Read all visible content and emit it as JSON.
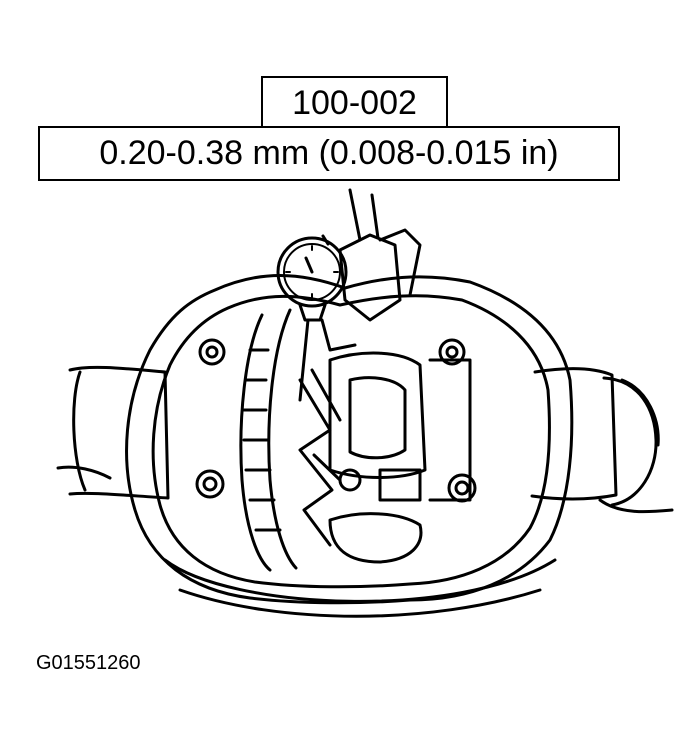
{
  "callouts": {
    "tool_number": "100-002",
    "backlash_spec": "0.20-0.38 mm (0.008-0.015 in)"
  },
  "figure": {
    "id": "G01551260"
  }
}
